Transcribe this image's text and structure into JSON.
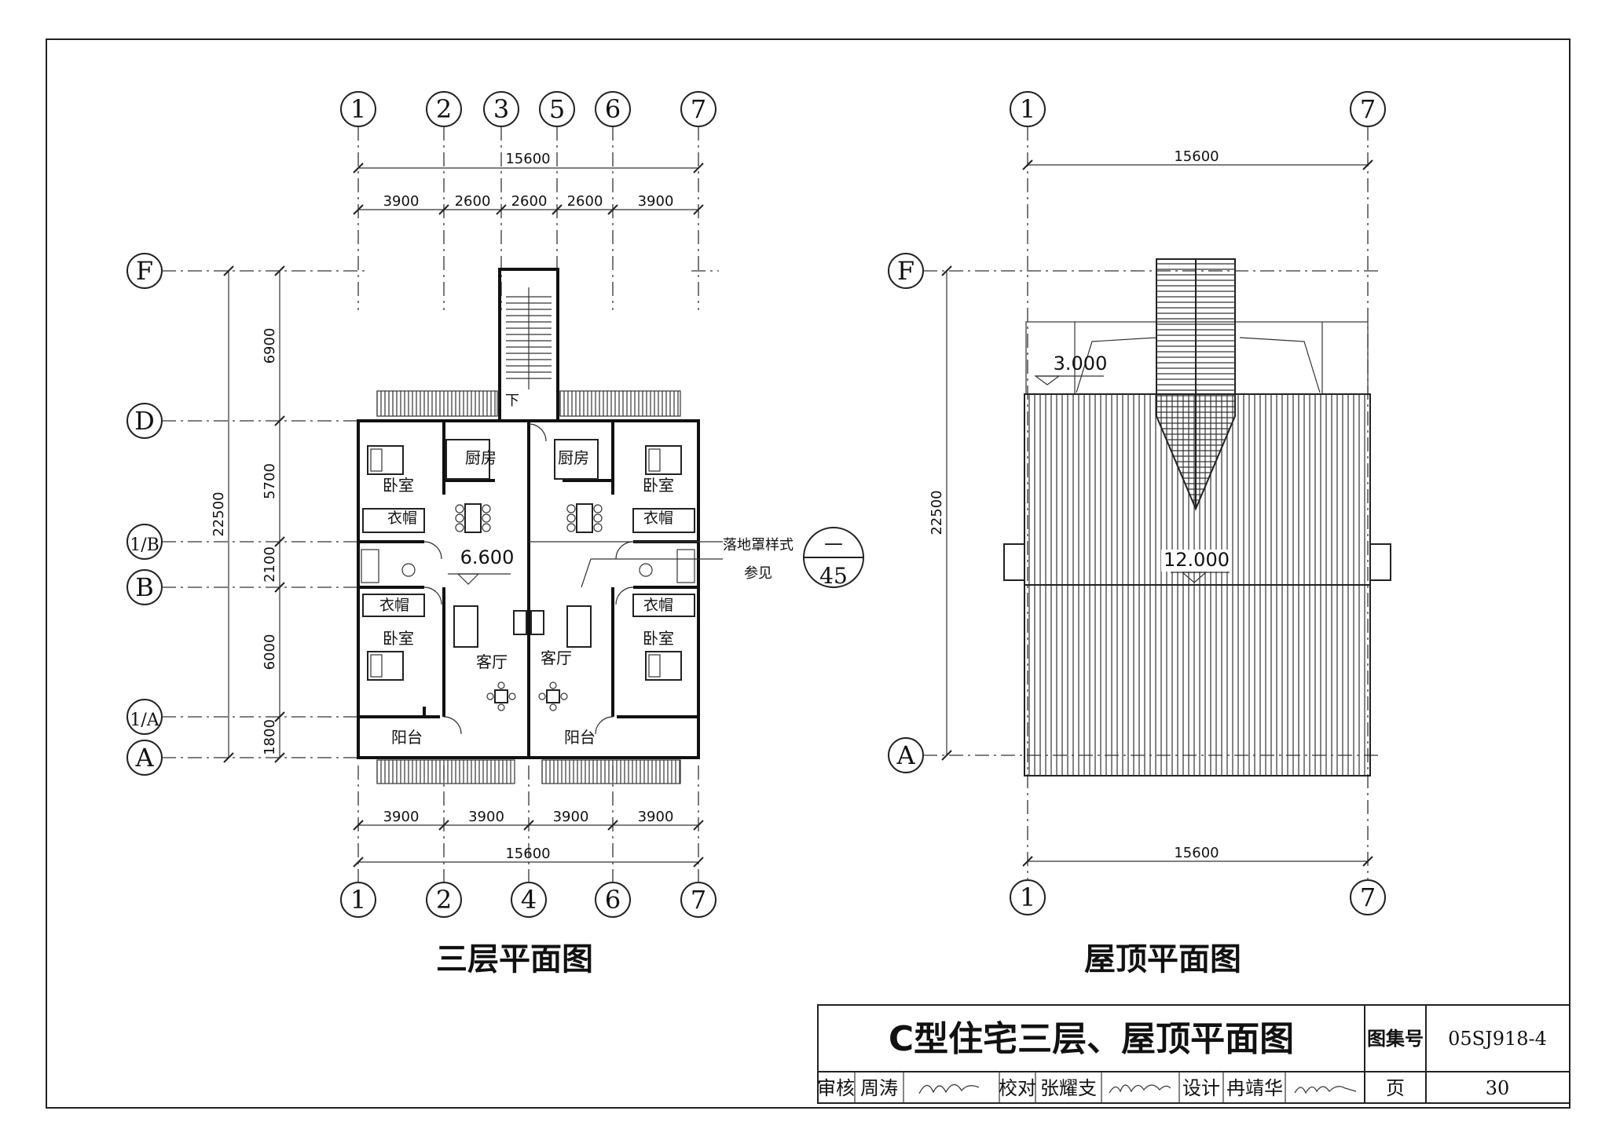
{
  "plan_third_floor": {
    "title": "三层平面图",
    "top_axes": [
      "1",
      "2",
      "3",
      "5",
      "6",
      "7"
    ],
    "bottom_axes": [
      "1",
      "2",
      "4",
      "6",
      "7"
    ],
    "side_axes": [
      "F",
      "D",
      "1/B",
      "B",
      "1/A",
      "A"
    ],
    "top_total": "15600",
    "top_dims": [
      "3900",
      "2600",
      "2600",
      "2600",
      "3900"
    ],
    "bottom_dims": [
      "3900",
      "3900",
      "3900",
      "3900"
    ],
    "bottom_total": "15600",
    "left_total": "22500",
    "left_dims": [
      "6900",
      "5700",
      "2100",
      "6000",
      "1800"
    ],
    "rooms": {
      "bedroom": "卧室",
      "kitchen": "厨房",
      "wardrobe": "衣帽",
      "living": "客厅",
      "balcony": "阳台",
      "down": "下"
    },
    "elevation": "6.600",
    "note_line1": "落地罩样式",
    "note_line2": "参见",
    "ref_top": "—",
    "ref_bottom": "45"
  },
  "plan_roof": {
    "title": "屋顶平面图",
    "top_axes": [
      "1",
      "7"
    ],
    "bottom_axes": [
      "1",
      "7"
    ],
    "side_axes": [
      "F",
      "A"
    ],
    "top_total": "15600",
    "bottom_total": "15600",
    "left_total": "22500",
    "elev_low": "3.000",
    "elev_high": "12.000"
  },
  "title_block": {
    "drawing_title": "C型住宅三层、屋顶平面图",
    "atlas_label": "图集号",
    "atlas_no": "05SJ918-4",
    "review_label": "审核",
    "reviewer": "周涛",
    "check_label": "校对",
    "checker": "张耀支",
    "design_label": "设计",
    "designer": "冉靖华",
    "page_label": "页",
    "page_no": "30"
  }
}
